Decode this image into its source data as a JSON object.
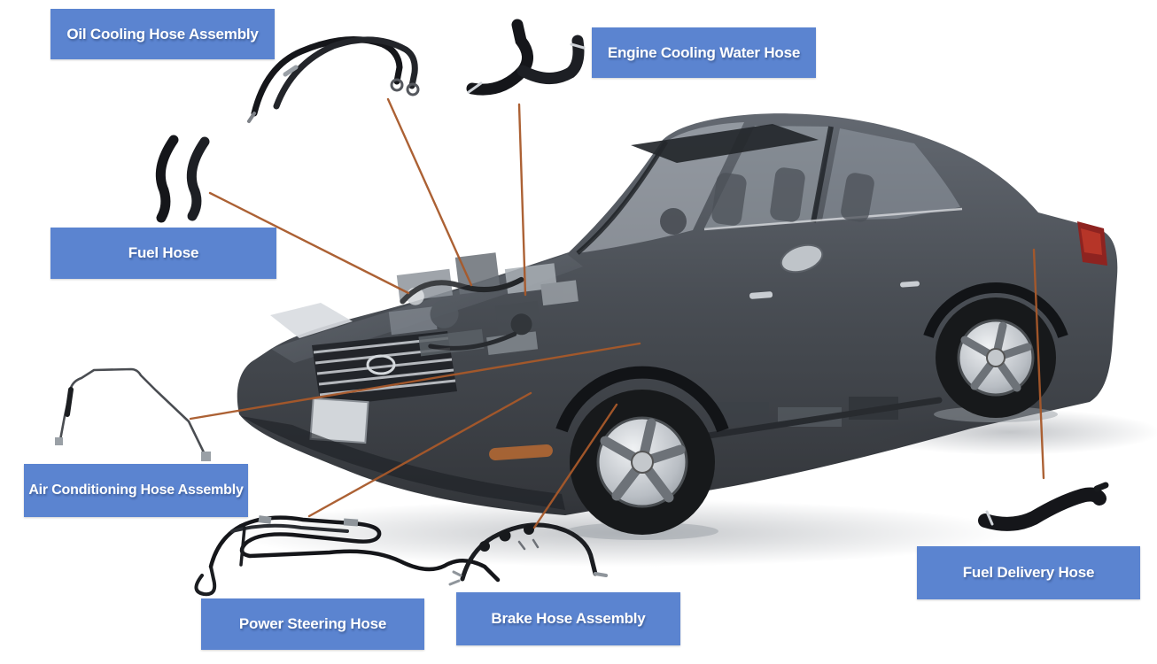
{
  "diagram": {
    "labels": [
      {
        "id": "oil-cooling",
        "text": "Oil Cooling Hose Assembly"
      },
      {
        "id": "engine-cooling",
        "text": "Engine Cooling Water Hose"
      },
      {
        "id": "fuel-hose",
        "text": "Fuel Hose"
      },
      {
        "id": "air-conditioning",
        "text": "Air Conditioning Hose Assembly"
      },
      {
        "id": "power-steering",
        "text": "Power Steering Hose"
      },
      {
        "id": "brake-hose",
        "text": "Brake Hose Assembly"
      },
      {
        "id": "fuel-delivery",
        "text": "Fuel Delivery Hose"
      }
    ],
    "colors": {
      "label_background": "#5b84d0",
      "label_text": "#ffffff",
      "leader_line": "#a8592a",
      "background": "#ffffff",
      "car_body": "#3c4148"
    }
  }
}
